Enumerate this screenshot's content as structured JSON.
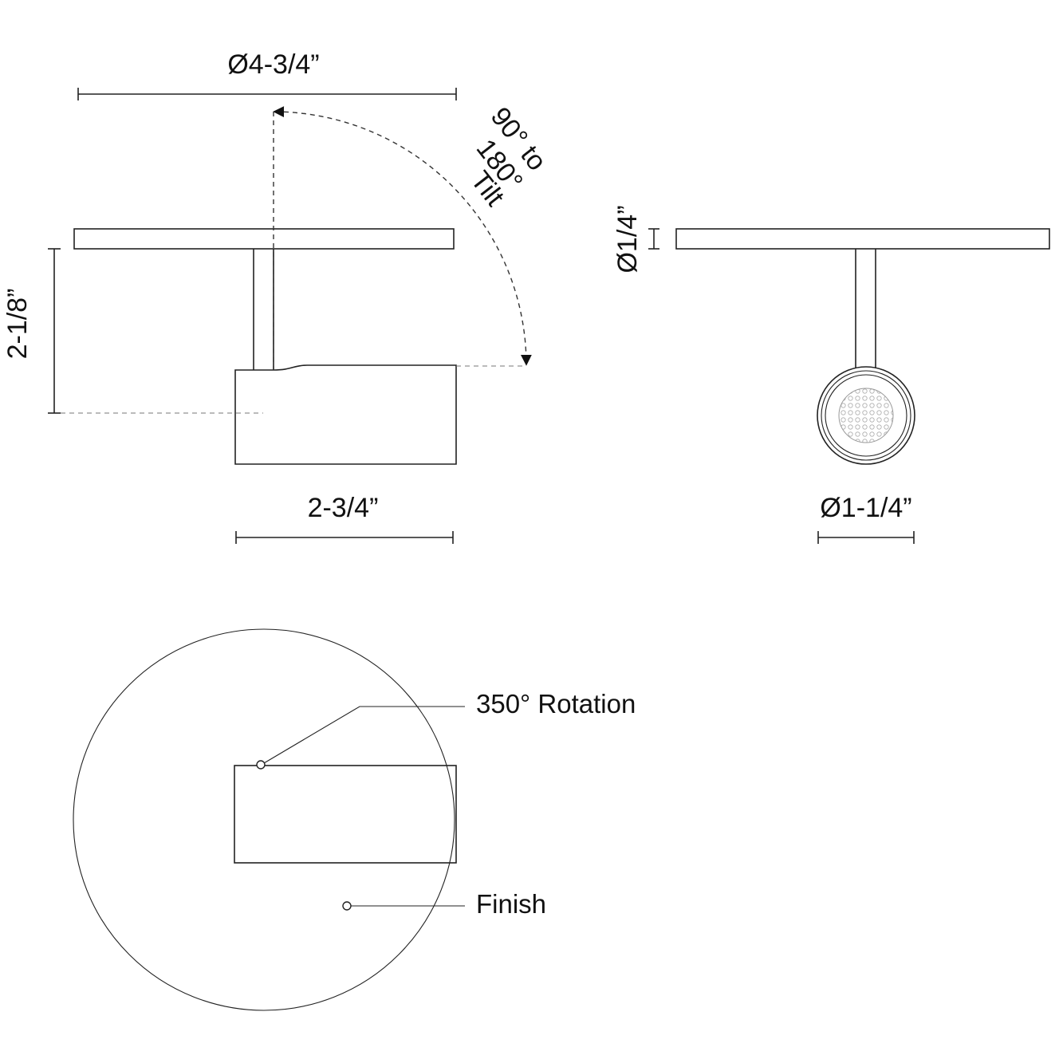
{
  "dimensions": {
    "canopy_diameter": "Ø4-3/4”",
    "tilt_line1": "90° to",
    "tilt_line2": "180°",
    "tilt_line3": "Tilt",
    "height": "2-1/8”",
    "head_length": "2-3/4”",
    "canopy_thickness": "Ø1/4”",
    "head_diameter": "Ø1-1/4”"
  },
  "callouts": {
    "rotation": "350° Rotation",
    "finish": "Finish"
  },
  "colors": {
    "line": "#222222",
    "text": "#111111",
    "lens_gray": "#bbbbbb"
  }
}
